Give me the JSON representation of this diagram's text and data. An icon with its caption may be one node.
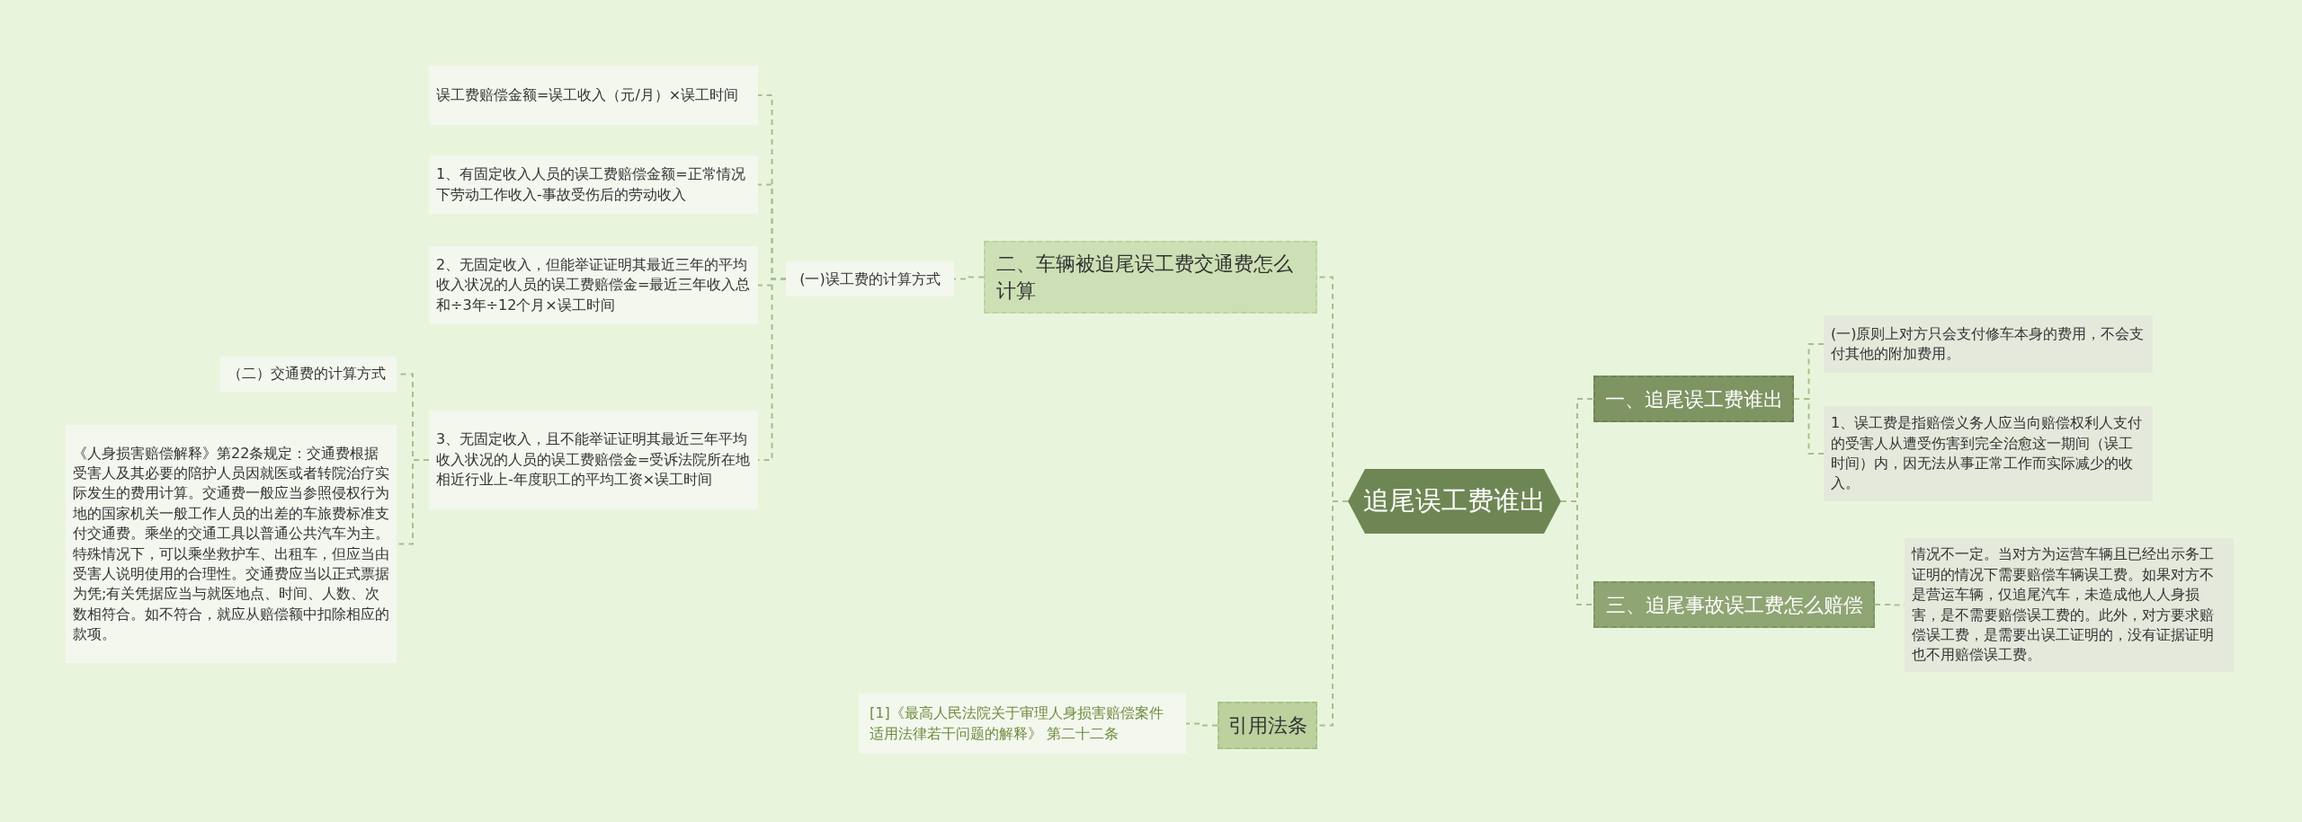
{
  "diagram": {
    "nodes": [
      {
        "text": [
          "追尾误工费谁出"
        ]
      },
      {
        "text": [
          "二、车辆被追尾误工费交通费怎么计算"
        ]
      },
      {
        "text": [
          "(一)误工费的计算方式"
        ]
      },
      {
        "text": [
          "误工费赔偿金额=误工收入（元/月）×误工时间"
        ]
      },
      {
        "text": [
          "1、有固定收入人员的误工费赔偿金额=正常情况下劳动工作收入-事故受伤后的劳动收入"
        ]
      },
      {
        "text": [
          "2、无固定收入，但能举证证明其最近三年的平均收入状况的人员的误工费赔偿金=最近三年收入总和÷3年÷12个月×误工时间"
        ]
      },
      {
        "text": [
          "3、无固定收入，且不能举证证明其最近三年平均收入状况的人员的误工费赔偿金=受诉法院所在地相近行业上-年度职工的平均工资×误工时间"
        ]
      },
      {
        "text": [
          "（二）交通费的计算方式"
        ]
      },
      {
        "text": [
          "《人身损害赔偿解释》第22条规定：交通费根据受害人及其必要的陪护人员因就医或者转院治疗实际发生的费用计算。交通费一般应当参照侵权行为地的国家机关一般工作人员的出差的车旅费标准支付交通费。乘坐的交通工具以普通公共汽车为主。特殊情况下，可以乘坐救护车、出租车，但应当由受害人说明使用的合理性。交通费应当以正式票据为凭;有关凭据应当与就医地点、时间、人数、次数相符合。如不符合，就应从赔偿额中扣除相应的款项。"
        ]
      },
      {
        "text": [
          "引用法条"
        ]
      },
      {
        "text": [
          "[1]《最高人民法院关于审理人身损害赔偿案件适用法律若干问题的解释》 第二十二条"
        ]
      },
      {
        "text": [
          "一、追尾误工费谁出"
        ]
      },
      {
        "text": [
          "(一)原则上对方只会支付修车本身的费用，不会支付其他的附加费用。"
        ]
      },
      {
        "text": [
          "1、误工费是指赔偿义务人应当向赔偿权利人支付的受害人从遭受伤害到完全治愈这一期间（误工时间）内，因无法从事正常工作而实际减少的收入。"
        ]
      },
      {
        "text": [
          "三、追尾事故误工费怎么赔偿"
        ]
      },
      {
        "text": [
          "情况不一定。当对方为运营车辆且已经出示务工证明的情况下需要赔偿车辆误工费。如果对方不是营运车辆，仅追尾汽车，未造成他人人身损害，是不需要赔偿误工费的。此外，对方要求赔偿误工费，是需要出误工证明的，没有证据证明也不用赔偿误工费。"
        ]
      }
    ],
    "edges": [
      {
        "from": 0,
        "to": 1,
        "arrow": "none"
      },
      {
        "from": 1,
        "to": 2,
        "arrow": "none"
      },
      {
        "from": 2,
        "to": 3,
        "arrow": "none"
      },
      {
        "from": 2,
        "to": 4,
        "arrow": "none"
      },
      {
        "from": 2,
        "to": 5,
        "arrow": "none"
      },
      {
        "from": 2,
        "to": 6,
        "arrow": "none"
      },
      {
        "from": 6,
        "to": 7,
        "arrow": "none"
      },
      {
        "from": 6,
        "to": 8,
        "arrow": "none"
      },
      {
        "from": 0,
        "to": 9,
        "arrow": "none"
      },
      {
        "from": 9,
        "to": 10,
        "arrow": "none"
      },
      {
        "from": 0,
        "to": 11,
        "arrow": "none"
      },
      {
        "from": 11,
        "to": 12,
        "arrow": "none"
      },
      {
        "from": 11,
        "to": 13,
        "arrow": "none"
      },
      {
        "from": 0,
        "to": 14,
        "arrow": "none"
      },
      {
        "from": 14,
        "to": 15,
        "arrow": "none"
      }
    ]
  }
}
